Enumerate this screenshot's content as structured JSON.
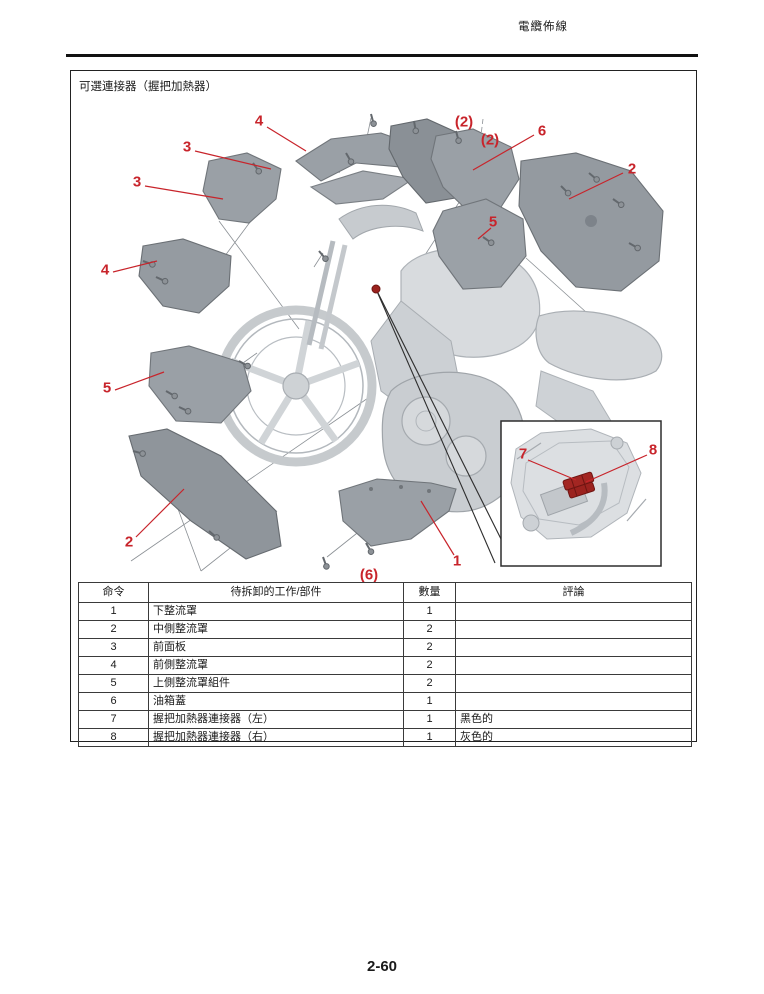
{
  "page": {
    "header": "電纜佈線",
    "page_number": "2-60"
  },
  "figure": {
    "title": "可選連接器（握把加熱器）",
    "callouts": [
      {
        "label": "4"
      },
      {
        "label": "(2)"
      },
      {
        "label": "(2)"
      },
      {
        "label": "6"
      },
      {
        "label": "2"
      },
      {
        "label": "3"
      },
      {
        "label": "3"
      },
      {
        "label": "5"
      },
      {
        "label": "4"
      },
      {
        "label": "5"
      },
      {
        "label": "2"
      },
      {
        "label": "1"
      },
      {
        "label": "(6)"
      },
      {
        "label": "7"
      },
      {
        "label": "8"
      }
    ],
    "colors": {
      "callout_red": "#c8242b",
      "connector_red": "#9b221e"
    }
  },
  "table": {
    "headers": {
      "order": "命令",
      "part": "待拆卸的工作/部件",
      "qty": "數量",
      "remarks": "評論"
    },
    "rows": [
      {
        "order": "1",
        "part": "下整流罩",
        "qty": "1",
        "remarks": ""
      },
      {
        "order": "2",
        "part": "中側整流罩",
        "qty": "2",
        "remarks": ""
      },
      {
        "order": "3",
        "part": "前面板",
        "qty": "2",
        "remarks": ""
      },
      {
        "order": "4",
        "part": "前側整流罩",
        "qty": "2",
        "remarks": ""
      },
      {
        "order": "5",
        "part": "上側整流罩組件",
        "qty": "2",
        "remarks": ""
      },
      {
        "order": "6",
        "part": "油箱蓋",
        "qty": "1",
        "remarks": ""
      },
      {
        "order": "7",
        "part": "握把加熱器連接器（左）",
        "qty": "1",
        "remarks": "黑色的"
      },
      {
        "order": "8",
        "part": "握把加熱器連接器（右）",
        "qty": "1",
        "remarks": "灰色的"
      }
    ]
  }
}
